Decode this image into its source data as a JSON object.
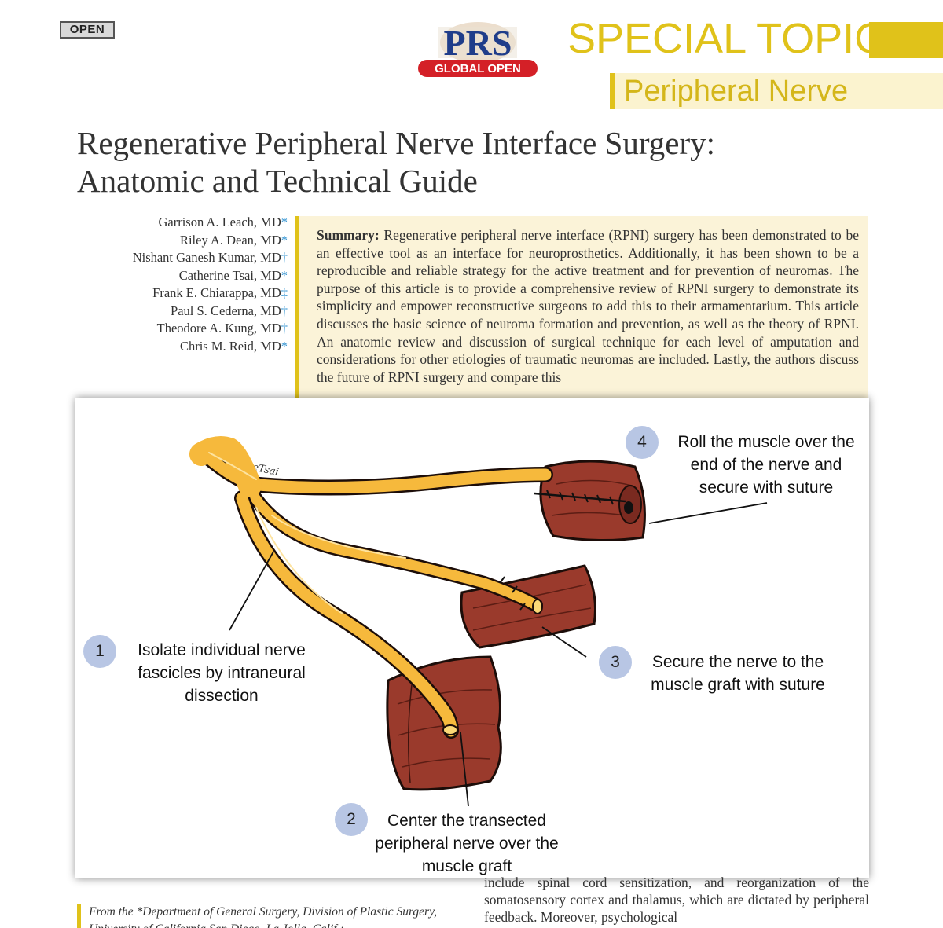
{
  "header": {
    "open_badge": "OPEN",
    "logo_main": "PRS",
    "logo_sub": "GLOBAL OPEN",
    "section": "SPECIAL TOPIC",
    "subsection": "Peripheral Nerve",
    "accent_color": "#e0c21a"
  },
  "article": {
    "title_line1": "Regenerative Peripheral Nerve Interface Surgery:",
    "title_line2": "Anatomic and Technical Guide",
    "authors": [
      {
        "name": "Garrison A. Leach, MD",
        "mark": "*"
      },
      {
        "name": "Riley A. Dean, MD",
        "mark": "*"
      },
      {
        "name": "Nishant Ganesh Kumar, MD",
        "mark": "†"
      },
      {
        "name": "Catherine Tsai, MD",
        "mark": "*"
      },
      {
        "name": "Frank E. Chiarappa, MD",
        "mark": "‡"
      },
      {
        "name": "Paul S. Cederna, MD",
        "mark": "†"
      },
      {
        "name": "Theodore A. Kung, MD",
        "mark": "†"
      },
      {
        "name": "Chris M. Reid, MD",
        "mark": "*"
      }
    ],
    "summary_label": "Summary:",
    "summary_text": "Regenerative peripheral nerve interface (RPNI) surgery has been demonstrated to be an effective tool as an interface for neuroprosthetics. Additionally, it has been shown to be a reproducible and reliable strategy for the active treatment and for prevention of neuromas. The purpose of this article is to provide a comprehensive review of RPNI surgery to demonstrate its simplicity and empower reconstructive surgeons to add this to their armamentarium. This article discusses the basic science of neuroma formation and prevention, as well as the theory of RPNI. An anatomic review and discussion of surgical technique for each level of amputation and considerations for other etiologies of traumatic neuromas are included. Lastly, the authors discuss the future of RPNI surgery and compare this",
    "body_text": "include spinal cord sensitization, and reorganization of the somatosensory cortex and thalamus, which are dictated by peripheral feedback. Moreover, psychological",
    "footnote": "From the *Department of General Surgery, Division of Plastic Surgery, University of California San Diego, La Jolla, Calif.;"
  },
  "figure": {
    "signature": "CatherineTsai",
    "steps": [
      {
        "number": "1",
        "text": "Isolate individual nerve\nfascicles by intraneural\ndissection"
      },
      {
        "number": "2",
        "text": "Center the transected\nperipheral nerve over the\nmuscle graft"
      },
      {
        "number": "3",
        "text": "Secure the nerve to the\nmuscle graft with suture"
      },
      {
        "number": "4",
        "text": "Roll the muscle over the\nend of the nerve and\nsecure with suture"
      }
    ],
    "nerve_color": "#f6b93c",
    "muscle_color": "#9a3a2c",
    "step_circle_color": "#b8c6e4"
  }
}
